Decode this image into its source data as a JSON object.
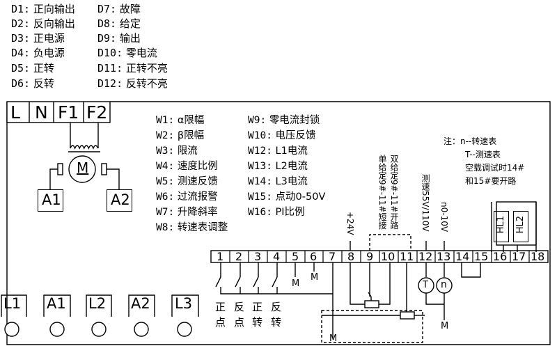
{
  "legend_codes": [
    {
      "code": "D1:",
      "text": "正向输出"
    },
    {
      "code": "D2:",
      "text": "反向输出"
    },
    {
      "code": "D3:",
      "text": "正电源"
    },
    {
      "code": "D4:",
      "text": "负电源"
    },
    {
      "code": "D5:",
      "text": "正转"
    },
    {
      "code": "D6:",
      "text": "反转"
    },
    {
      "code": "D7:",
      "text": "故障"
    },
    {
      "code": "D8:",
      "text": "给定"
    },
    {
      "code": "D9:",
      "text": "输出"
    },
    {
      "code": "D10:",
      "text": "零电流"
    },
    {
      "code": "D11:",
      "text": "正转不亮"
    },
    {
      "code": "D12:",
      "text": "反转不亮"
    }
  ],
  "pots": [
    {
      "code": "W1:",
      "text": "α限幅"
    },
    {
      "code": "W2:",
      "text": "β限幅"
    },
    {
      "code": "W3:",
      "text": "限流"
    },
    {
      "code": "W4:",
      "text": "速度比例"
    },
    {
      "code": "W5:",
      "text": "测速反馈"
    },
    {
      "code": "W6:",
      "text": "过流报警"
    },
    {
      "code": "W7:",
      "text": "升降斜率"
    },
    {
      "code": "W8:",
      "text": "转速表调整"
    },
    {
      "code": "W9:",
      "text": "零电流封锁"
    },
    {
      "code": "W10:",
      "text": "电压反馈"
    },
    {
      "code": "W12:",
      "text": "L1电流"
    },
    {
      "code": "W13:",
      "text": "L2电流"
    },
    {
      "code": "W14:",
      "text": "L3电流"
    },
    {
      "code": "W15:",
      "text": "点动0-50V"
    },
    {
      "code": "W16:",
      "text": "PI比例"
    }
  ],
  "top_terminals": [
    "L",
    "N",
    "F1",
    "F2"
  ],
  "motor": {
    "label": "M",
    "a1": "A1",
    "a2": "A2"
  },
  "note": [
    "注：n--转速表",
    "T--测速表",
    "空载调试时14#",
    "和15#要开路"
  ],
  "vertical_labels": {
    "v24": "+24V",
    "single": "单给定9#-11#短接",
    "dual": "双给定9#-11#开路",
    "tach": "测速55V/110V",
    "meter": "n0-10V"
  },
  "terminals": [
    "1",
    "2",
    "3",
    "4",
    "5",
    "6",
    "7",
    "8",
    "9",
    "10",
    "11",
    "12",
    "13",
    "14",
    "15",
    "16",
    "17",
    "18"
  ],
  "hl": [
    "HL1",
    "HL2"
  ],
  "meters": [
    "T",
    "n"
  ],
  "ground": "M",
  "bottom_terminals": [
    "L1",
    "A1",
    "L2",
    "A2",
    "L3"
  ],
  "switch_labels": [
    {
      "a": "正",
      "b": "点"
    },
    {
      "a": "反",
      "b": "点"
    },
    {
      "a": "正",
      "b": "转"
    },
    {
      "a": "反",
      "b": "转"
    }
  ]
}
